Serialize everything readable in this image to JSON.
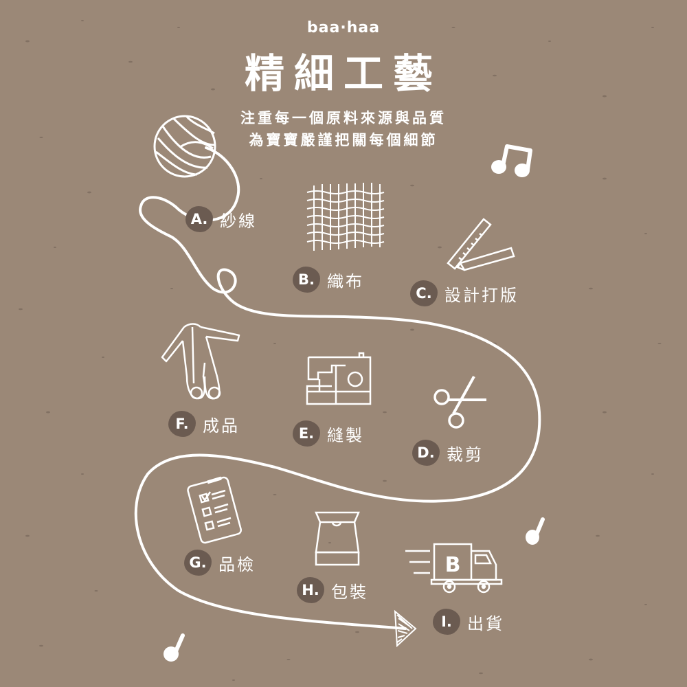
{
  "header": {
    "brand": "baa·haa",
    "title": "精細工藝",
    "subtitle_lines": [
      "注重每一個原料來源與品質",
      "為寶寶嚴謹把關每個細節"
    ]
  },
  "steps": [
    {
      "letter": "A.",
      "label": "紗線",
      "icon": "yarn-ball-icon"
    },
    {
      "letter": "B.",
      "label": "織布",
      "icon": "woven-fabric-icon"
    },
    {
      "letter": "C.",
      "label": "設計打版",
      "icon": "ruler-pencil-icon"
    },
    {
      "letter": "D.",
      "label": "裁剪",
      "icon": "scissors-icon"
    },
    {
      "letter": "E.",
      "label": "縫製",
      "icon": "sewing-machine-icon"
    },
    {
      "letter": "F.",
      "label": "成品",
      "icon": "baby-onesie-icon"
    },
    {
      "letter": "G.",
      "label": "品檢",
      "icon": "checklist-clipboard-icon"
    },
    {
      "letter": "H.",
      "label": "包裝",
      "icon": "open-box-icon"
    },
    {
      "letter": "I.",
      "label": "出貨",
      "icon": "delivery-truck-icon"
    }
  ],
  "truck_logo": "B",
  "colors": {
    "background": "#9b8877",
    "badge": "#6b5b51",
    "foreground": "#ffffff",
    "speckle": "#6e5f54"
  }
}
